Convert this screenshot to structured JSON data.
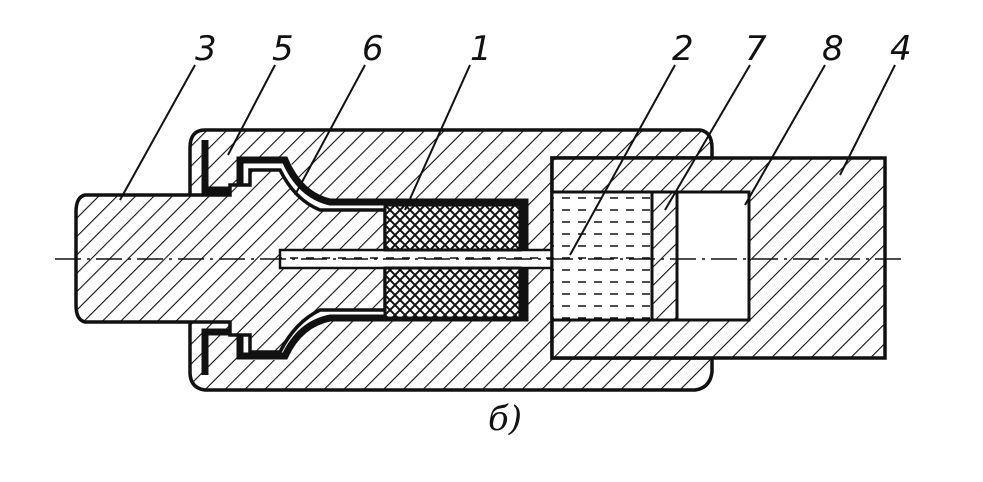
{
  "diagram": {
    "caption": "б)",
    "callouts": [
      {
        "id": "3",
        "text": "3"
      },
      {
        "id": "5",
        "text": "5"
      },
      {
        "id": "6",
        "text": "6"
      },
      {
        "id": "1",
        "text": "1"
      },
      {
        "id": "2",
        "text": "2"
      },
      {
        "id": "7",
        "text": "7"
      },
      {
        "id": "8",
        "text": "8"
      },
      {
        "id": "4",
        "text": "4"
      }
    ],
    "colors": {
      "ink": "#111111",
      "paper": "#ffffff"
    }
  }
}
